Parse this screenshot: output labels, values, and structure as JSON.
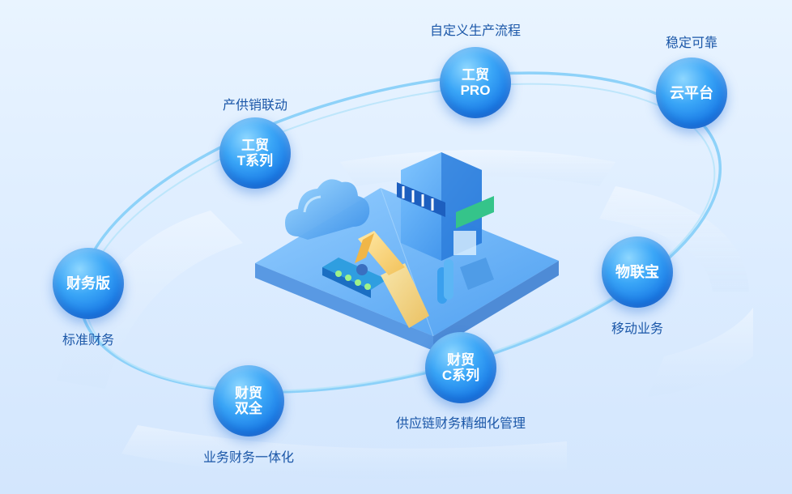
{
  "colors": {
    "ring": "#6cc6f7",
    "node_blue": "#1b7de8",
    "caption": "#1b57a8",
    "platform": "#5fb0f8"
  },
  "nodes": [
    {
      "id": "gongmao-pro",
      "line1": "工贸",
      "line2": "PRO",
      "caption": "自定义生产流程"
    },
    {
      "id": "cloud-platform",
      "line1": "云平台",
      "line2": "",
      "caption": "稳定可靠"
    },
    {
      "id": "gongmao-t",
      "line1": "工贸",
      "line2": "T系列",
      "caption": "产供销联动"
    },
    {
      "id": "finance-edition",
      "line1": "财务版",
      "line2": "",
      "caption": "标准财务"
    },
    {
      "id": "wulianbao",
      "line1": "物联宝",
      "line2": "",
      "caption": "移动业务"
    },
    {
      "id": "caimao-c",
      "line1": "财贸",
      "line2": "C系列",
      "caption": "供应链财务精细化管理"
    },
    {
      "id": "caimao-shuangquan",
      "line1": "财贸",
      "line2": "双全",
      "caption": "业务财务一体化"
    }
  ],
  "center_illustration": [
    "cloud-icon",
    "store-icon",
    "robot-arm-icon",
    "conveyor-icon"
  ]
}
